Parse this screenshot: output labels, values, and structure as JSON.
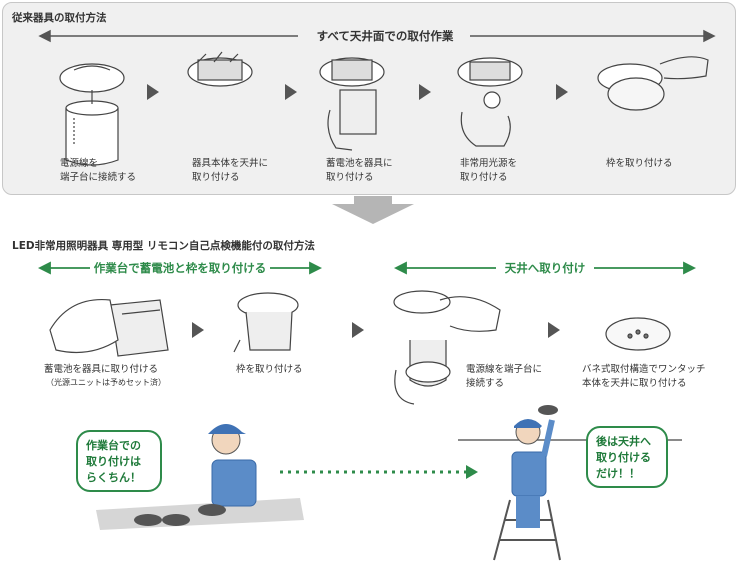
{
  "top": {
    "title": "従来器具の取付方法",
    "arrow_label": "すべて天井面での取付作業",
    "steps": [
      {
        "caption": "電源線を\n端子台に接続する"
      },
      {
        "caption": "器具本体を天井に\n取り付ける"
      },
      {
        "caption": "蓄電池を器具に\n取り付ける"
      },
      {
        "caption": "非常用光源を\n取り付ける"
      },
      {
        "caption": "枠を取り付ける"
      }
    ]
  },
  "bottom": {
    "title": "LED非常用照明器具 専用型 リモコン自己点検機能付の取付方法",
    "arrow_left_label": "作業台で蓄電池と枠を取り付ける",
    "arrow_right_label": "天井へ取り付け",
    "steps": [
      {
        "caption": "蓄電池を器具に取り付ける",
        "note": "（光源ユニットは予めセット済）"
      },
      {
        "caption": "枠を取り付ける"
      },
      {
        "caption": "電源線を端子台に\n接続する"
      },
      {
        "caption": "バネ式取付構造でワンタッチ\n本体を天井に取り付ける"
      }
    ],
    "bubble_left": "作業台での\n取り付けは\nらくちん！",
    "bubble_right": "後は天井へ\n取り付ける\nだけ！！"
  },
  "colors": {
    "accent": "#2e8b4a",
    "top_bg": "#f0f0f0",
    "bottom_bg": "#eaf4ec",
    "worker_blue": "#5b8cc8"
  }
}
